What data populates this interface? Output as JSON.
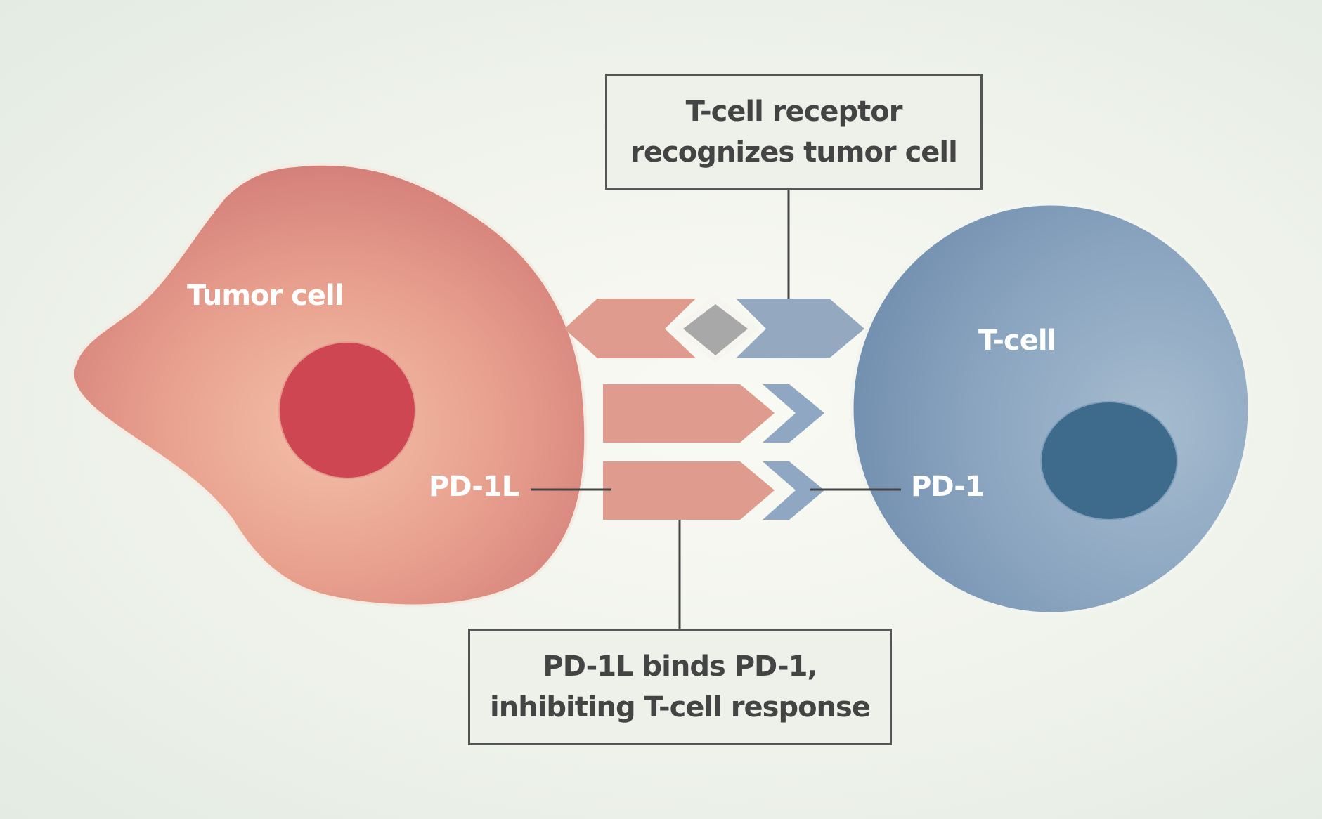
{
  "diagram": {
    "top_box": {
      "lines": [
        "T-cell receptor",
        "recognizes tumor cell"
      ]
    },
    "bottom_box": {
      "lines": [
        "PD-1L binds PD-1,",
        "inhibiting T-cell response"
      ]
    },
    "labels": {
      "tumor_cell": "Tumor cell",
      "t_cell": "T-cell",
      "pd1l": "PD-1L",
      "pd1": "PD-1"
    },
    "colors": {
      "tumor_cell": "#dc8a80",
      "tumor_center": "#f2b8a0",
      "tumor_nucleus": "#cd4651",
      "t_cell": "#7a97b5",
      "t_cell_light": "#a2b8cd",
      "t_cell_nucleus": "#3e6a8c",
      "ligand_red": "#df9c8e",
      "receptor_blue": "#8fa7c2",
      "antigen_gray": "#a8a8a8",
      "outline": "#555555"
    }
  }
}
